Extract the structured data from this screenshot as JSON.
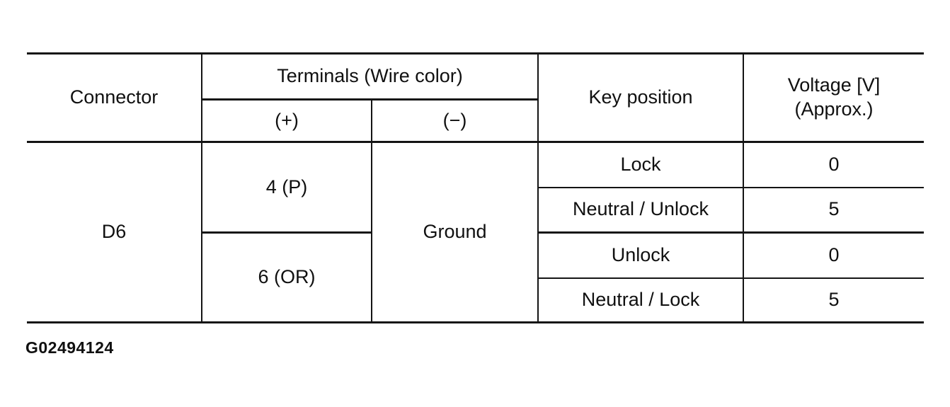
{
  "table": {
    "headers": {
      "connector": "Connector",
      "terminals": "Terminals (Wire color)",
      "plus": "(+)",
      "minus": "(−)",
      "key_position": "Key position",
      "voltage_line1": "Voltage [V]",
      "voltage_line2": "(Approx.)"
    },
    "body": {
      "connector": "D6",
      "ground": "Ground",
      "groups": [
        {
          "terminal": "4 (P)",
          "rows": [
            {
              "key_position": "Lock",
              "voltage": "0"
            },
            {
              "key_position": "Neutral / Unlock",
              "voltage": "5"
            }
          ]
        },
        {
          "terminal": "6 (OR)",
          "rows": [
            {
              "key_position": "Unlock",
              "voltage": "0"
            },
            {
              "key_position": "Neutral / Lock",
              "voltage": "5"
            }
          ]
        }
      ]
    }
  },
  "caption": "G02494124",
  "colors": {
    "ink": "#101010",
    "paper": "#ffffff"
  }
}
